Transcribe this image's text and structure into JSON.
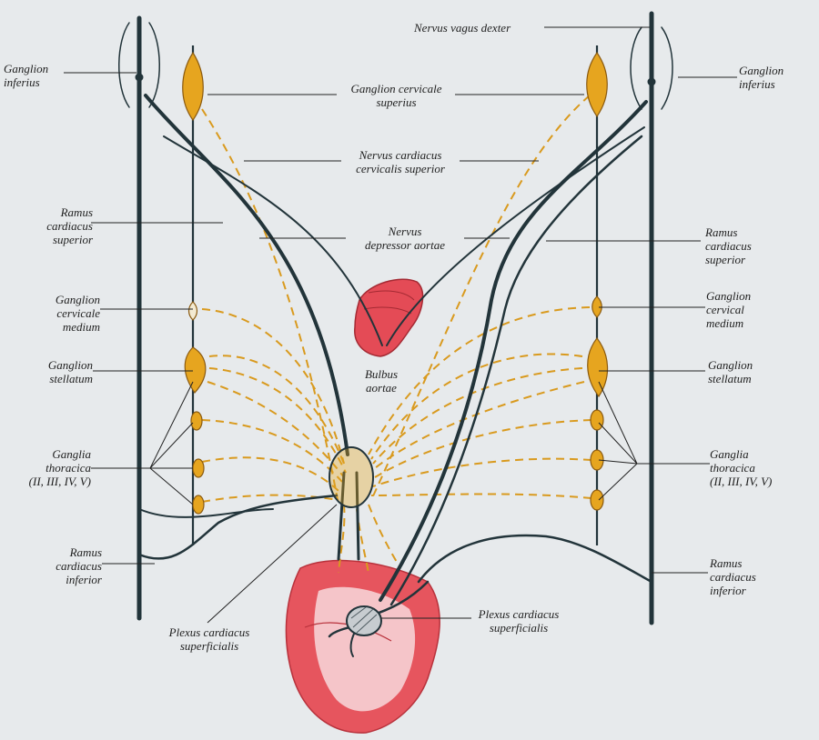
{
  "labels": {
    "nervus_vagus_dexter": "Nervus vagus dexter",
    "ganglion_inferius_left": "Ganglion\ninferius",
    "ganglion_inferius_right": "Ganglion\ninferius",
    "ganglion_cervicale_superius": "Ganglion cervicale\nsuperius",
    "nervus_cardiacus_cervicalis_superior": "Nervus cardiacus\ncervicalis superior",
    "ramus_cardiacus_superior_left": "Ramus\ncardiacus\nsuperior",
    "ramus_cardiacus_superior_right": "Ramus\ncardiacus\nsuperior",
    "nervus_depressor_aortae": "Nervus\ndepressor aortae",
    "ganglion_cervicale_medium_left": "Ganglion\ncervicale\nmedium",
    "ganglion_cervicale_medium_right": "Ganglion\ncervical\nmedium",
    "ganglion_stellatum_left": "Ganglion\nstellatum",
    "ganglion_stellatum_right": "Ganglion\nstellatum",
    "bulbus_aortae": "Bulbus\naortae",
    "ganglia_thoracica_left": "Ganglia\nthoracica\n(II, III, IV, V)",
    "ganglia_thoracica_right": "Ganglia\nthoracica\n(II, III, IV, V)",
    "ramus_cardiacus_inferior_left": "Ramus\ncardiacus\ninferior",
    "ramus_cardiacus_inferior_right": "Ramus\ncardiacus\ninferior",
    "plexus_cardiacus_superficialis_left": "Plexus cardiacus\nsuperficialis",
    "plexus_cardiacus_superficialis_right": "Plexus cardiacus\nsuperficialis"
  },
  "colors": {
    "background": "#e7eaec",
    "nerve": "#22343a",
    "ganglion": "#e6a51f",
    "ganglion_outline": "#8a5a10",
    "sympathetic_fiber": "#d99a1e",
    "heart": "#e6555e",
    "heart_light": "#f7d9dc",
    "leader_line": "#222222"
  }
}
